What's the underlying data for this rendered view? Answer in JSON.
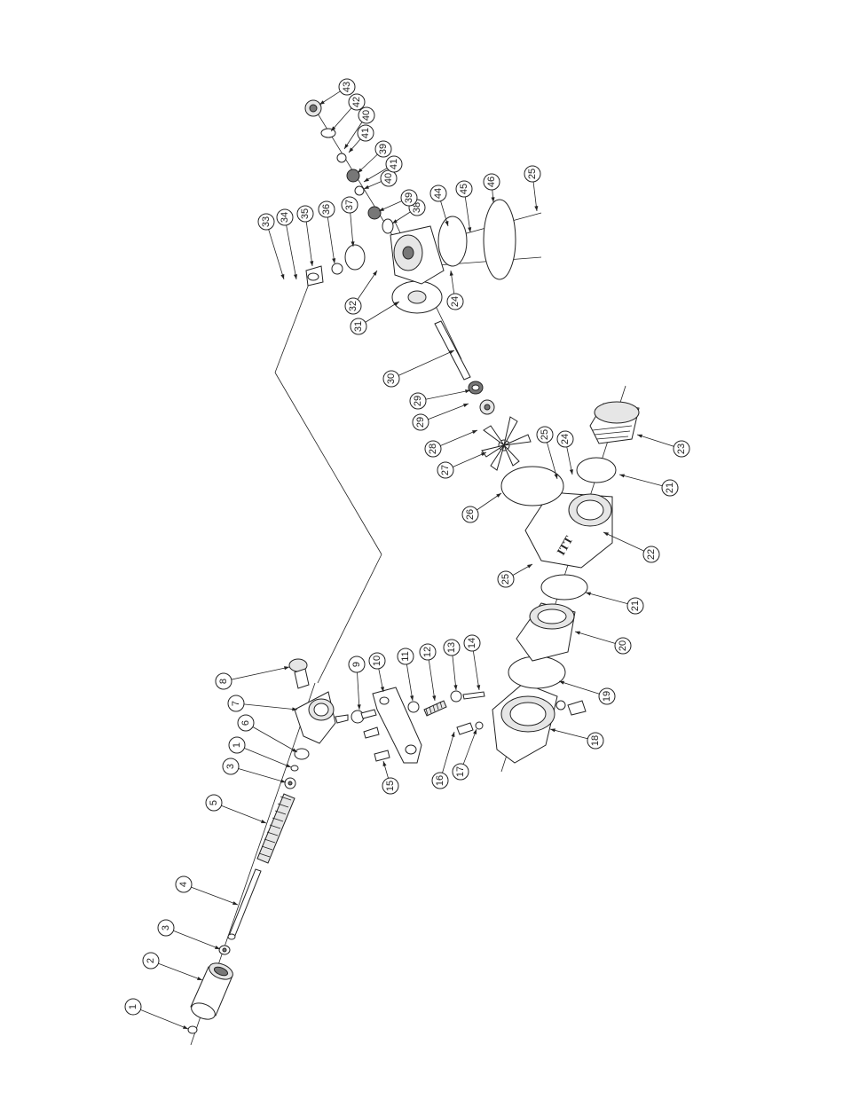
{
  "diagram": {
    "type": "exploded-parts-view",
    "callouts": [
      {
        "id": "c-1a",
        "label": "1"
      },
      {
        "id": "c-2",
        "label": "2"
      },
      {
        "id": "c-3a",
        "label": "3"
      },
      {
        "id": "c-4",
        "label": "4"
      },
      {
        "id": "c-5",
        "label": "5"
      },
      {
        "id": "c-3b",
        "label": "3"
      },
      {
        "id": "c-1b",
        "label": "1"
      },
      {
        "id": "c-6",
        "label": "6"
      },
      {
        "id": "c-7",
        "label": "7"
      },
      {
        "id": "c-8",
        "label": "8"
      },
      {
        "id": "c-9",
        "label": "9"
      },
      {
        "id": "c-10",
        "label": "10"
      },
      {
        "id": "c-11",
        "label": "11"
      },
      {
        "id": "c-12",
        "label": "12"
      },
      {
        "id": "c-13",
        "label": "13"
      },
      {
        "id": "c-14",
        "label": "14"
      },
      {
        "id": "c-15",
        "label": "15"
      },
      {
        "id": "c-16",
        "label": "16"
      },
      {
        "id": "c-17",
        "label": "17"
      },
      {
        "id": "c-18",
        "label": "18"
      },
      {
        "id": "c-19",
        "label": "19"
      },
      {
        "id": "c-20",
        "label": "20"
      },
      {
        "id": "c-21a",
        "label": "21"
      },
      {
        "id": "c-25a",
        "label": "25"
      },
      {
        "id": "c-22",
        "label": "22"
      },
      {
        "id": "c-21b",
        "label": "21"
      },
      {
        "id": "c-23",
        "label": "23"
      },
      {
        "id": "c-26",
        "label": "26"
      },
      {
        "id": "c-27",
        "label": "27"
      },
      {
        "id": "c-28",
        "label": "28"
      },
      {
        "id": "c-29a",
        "label": "29"
      },
      {
        "id": "c-29b",
        "label": "29"
      },
      {
        "id": "c-25b",
        "label": "25"
      },
      {
        "id": "c-24a",
        "label": "24"
      },
      {
        "id": "c-30",
        "label": "30"
      },
      {
        "id": "c-31",
        "label": "31"
      },
      {
        "id": "c-32",
        "label": "32"
      },
      {
        "id": "c-24b",
        "label": "24"
      },
      {
        "id": "c-33",
        "label": "33"
      },
      {
        "id": "c-34",
        "label": "34"
      },
      {
        "id": "c-35",
        "label": "35"
      },
      {
        "id": "c-36",
        "label": "36"
      },
      {
        "id": "c-37",
        "label": "37"
      },
      {
        "id": "c-38",
        "label": "38"
      },
      {
        "id": "c-39a",
        "label": "39"
      },
      {
        "id": "c-40a",
        "label": "40"
      },
      {
        "id": "c-41a",
        "label": "41"
      },
      {
        "id": "c-39b",
        "label": "39"
      },
      {
        "id": "c-41b",
        "label": "41"
      },
      {
        "id": "c-40b",
        "label": "40"
      },
      {
        "id": "c-42",
        "label": "42"
      },
      {
        "id": "c-43",
        "label": "43"
      },
      {
        "id": "c-44",
        "label": "44"
      },
      {
        "id": "c-45",
        "label": "45"
      },
      {
        "id": "c-46",
        "label": "46"
      },
      {
        "id": "c-25c",
        "label": "25"
      }
    ],
    "logo_text": "ITT"
  }
}
